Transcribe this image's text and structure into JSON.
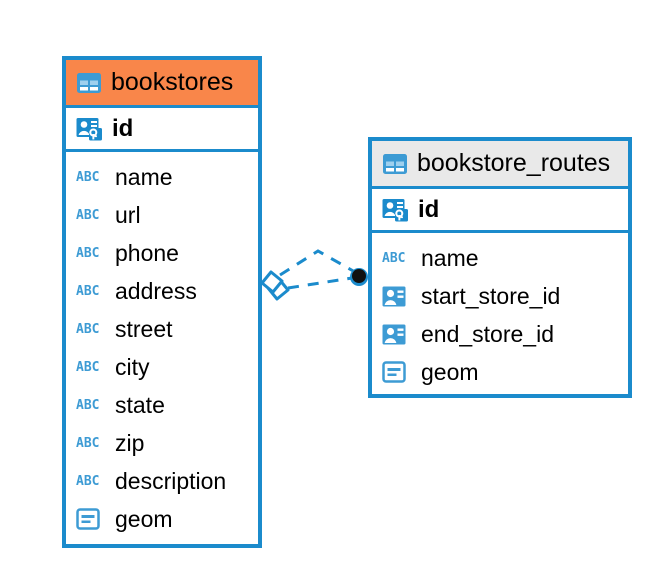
{
  "diagram": {
    "type": "entity-relationship-diagram",
    "background": "#ffffff",
    "accent_color": "#1b8bcc",
    "highlight_color": "#f9864a"
  },
  "entities": [
    {
      "name": "bookstores",
      "header_color": "#f9864a",
      "header_icon": "table-icon",
      "primary_key": {
        "label": "id",
        "icon": "primary-key-icon"
      },
      "fields": [
        {
          "label": "name",
          "icon": "text-type-icon"
        },
        {
          "label": "url",
          "icon": "text-type-icon"
        },
        {
          "label": "phone",
          "icon": "text-type-icon"
        },
        {
          "label": "address",
          "icon": "text-type-icon"
        },
        {
          "label": "street",
          "icon": "text-type-icon"
        },
        {
          "label": "city",
          "icon": "text-type-icon"
        },
        {
          "label": "state",
          "icon": "text-type-icon"
        },
        {
          "label": "zip",
          "icon": "text-type-icon"
        },
        {
          "label": "description",
          "icon": "text-type-icon"
        },
        {
          "label": "geom",
          "icon": "geometry-type-icon"
        }
      ]
    },
    {
      "name": "bookstore_routes",
      "header_color": "#e9e9e9",
      "header_icon": "table-icon",
      "primary_key": {
        "label": "id",
        "icon": "primary-key-icon"
      },
      "fields": [
        {
          "label": "name",
          "icon": "text-type-icon"
        },
        {
          "label": "start_store_id",
          "icon": "foreign-key-icon"
        },
        {
          "label": "end_store_id",
          "icon": "foreign-key-icon"
        },
        {
          "label": "geom",
          "icon": "geometry-type-icon"
        }
      ]
    }
  ],
  "relationship": {
    "from": "bookstores",
    "to": "bookstore_routes",
    "line_style": "dashed",
    "line_color": "#1b8bcc",
    "source_endpoint": "diamond-handle",
    "target_endpoint": "filled-circle-handle",
    "target_endpoint_color": "#111111"
  },
  "labels": {
    "abc_glyph": "ABC"
  }
}
